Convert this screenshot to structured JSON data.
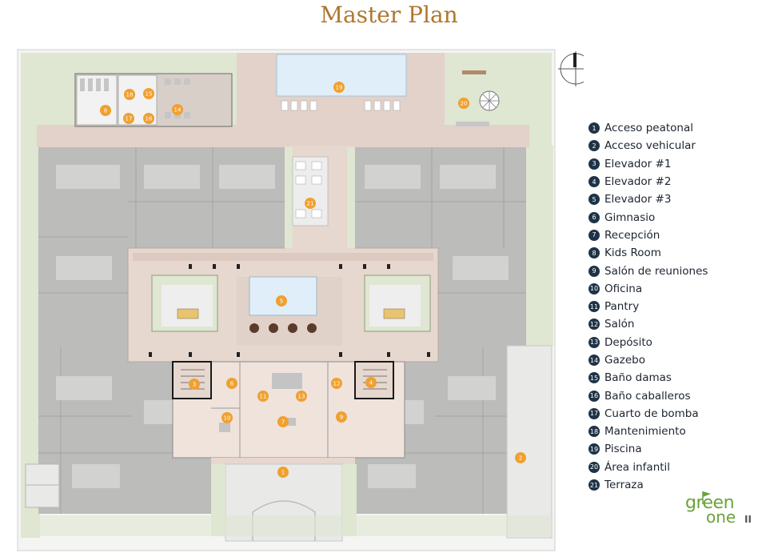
{
  "title": "Master Plan",
  "legend": [
    {
      "n": "1",
      "label": "Acceso peatonal"
    },
    {
      "n": "2",
      "label": "Acceso vehicular"
    },
    {
      "n": "3",
      "label": "Elevador #1"
    },
    {
      "n": "4",
      "label": "Elevador  #2"
    },
    {
      "n": "5",
      "label": "Elevador #3"
    },
    {
      "n": "6",
      "label": "Gimnasio"
    },
    {
      "n": "7",
      "label": "Recepción"
    },
    {
      "n": "8",
      "label": "Kids Room"
    },
    {
      "n": "9",
      "label": "Salón de reuniones"
    },
    {
      "n": "10",
      "label": "Oficina"
    },
    {
      "n": "11",
      "label": "Pantry"
    },
    {
      "n": "12",
      "label": "Salón"
    },
    {
      "n": "13",
      "label": "Depósito"
    },
    {
      "n": "14",
      "label": "Gazebo"
    },
    {
      "n": "15",
      "label": "Baño damas"
    },
    {
      "n": "16",
      "label": "Baño caballeros"
    },
    {
      "n": "17",
      "label": "Cuarto de bomba"
    },
    {
      "n": "18",
      "label": "Mantenimiento"
    },
    {
      "n": "19",
      "label": "Piscina"
    },
    {
      "n": "20",
      "label": "Área infantil"
    },
    {
      "n": "21",
      "label": "Terraza"
    }
  ],
  "markers": [
    "1",
    "2",
    "3",
    "4",
    "5",
    "6",
    "7",
    "8",
    "9",
    "10",
    "11",
    "12",
    "13",
    "14",
    "15",
    "16",
    "17",
    "18",
    "19",
    "20",
    "21"
  ],
  "logo": {
    "line1": "green",
    "line2": "one",
    "line3": "II"
  },
  "colors": {
    "title": "#b0772d",
    "marker": "#f0a030",
    "legend_bullet": "#1e3347",
    "grass": "#dfe6d2",
    "paving": "#e6d7cf",
    "building": "#bcbcba",
    "pool": "#dfeef8",
    "logo": "#6aa33a"
  }
}
